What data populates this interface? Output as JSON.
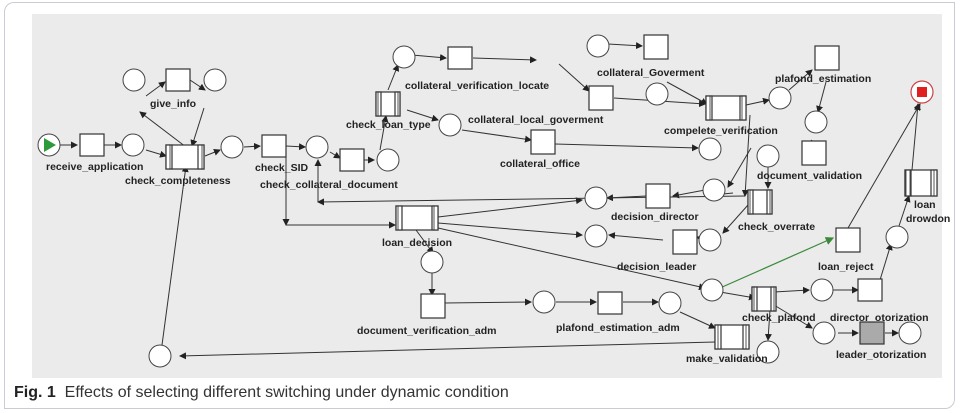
{
  "caption": {
    "label": "Fig. 1",
    "text": "Effects of selecting different switching under dynamic condition"
  },
  "colors": {
    "start_place": "#2e9b3a",
    "end_place": "#e02020",
    "highlight_arc": "#3a8a3a",
    "shaded_transition": "#aaaaaa"
  },
  "nodes": {
    "start": "start-place",
    "end": "end-place"
  },
  "labels": {
    "receive_application": "receive_application",
    "check_completeness": "check_completeness",
    "give_info": "give_info",
    "check_SID": "check_SID",
    "check_collateral_document": "check_collateral_document",
    "check_loan_type": "check_loan_type",
    "collateral_verification_locate": "collateral_verification_locate",
    "collateral_local_goverment": "collateral_local_goverment",
    "collateral_Goverment": "collateral_Goverment",
    "collateral_office": "collateral_office",
    "compelete_verification": "compelete_verification",
    "plafond_estimation": "plafond_estimation",
    "document_validation": "document_validation",
    "decision_director": "decision_director",
    "decision_leader": "decision_leader",
    "check_overrate": "check_overrate",
    "loan_decision": "loan_decision",
    "loan_reject": "loan_reject",
    "loan": "loan",
    "drowdon": "drowdon",
    "document_verification_adm": "document_verification_adm",
    "plafond_estimation_adm": "plafond_estimation_adm",
    "check_plafond": "check_plafond",
    "director_otorization": "director_otorization",
    "make_validation": "make_validation",
    "leader_otorization": "leader_otorization"
  }
}
